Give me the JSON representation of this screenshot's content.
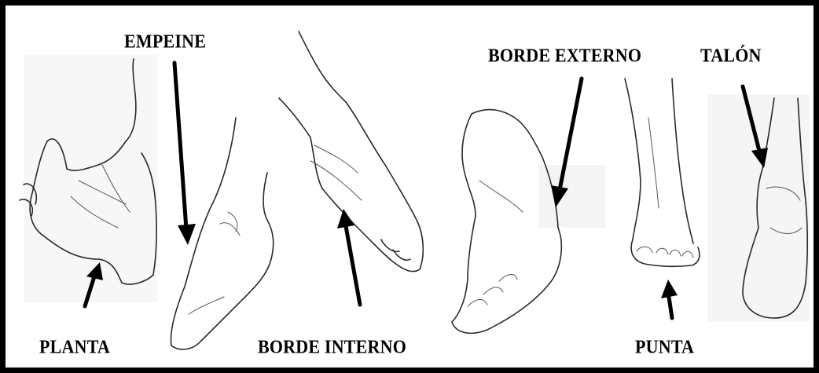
{
  "labels": {
    "empeine": "EMPEINE",
    "borde_externo": "BORDE EXTERNO",
    "talon": "TALÓN",
    "planta": "PLANTA",
    "borde_interno": "BORDE INTERNO",
    "punta": "PUNTA"
  },
  "colors": {
    "frame": "#000000",
    "background": "#ffffff",
    "sketch": "#2a2a2a"
  }
}
